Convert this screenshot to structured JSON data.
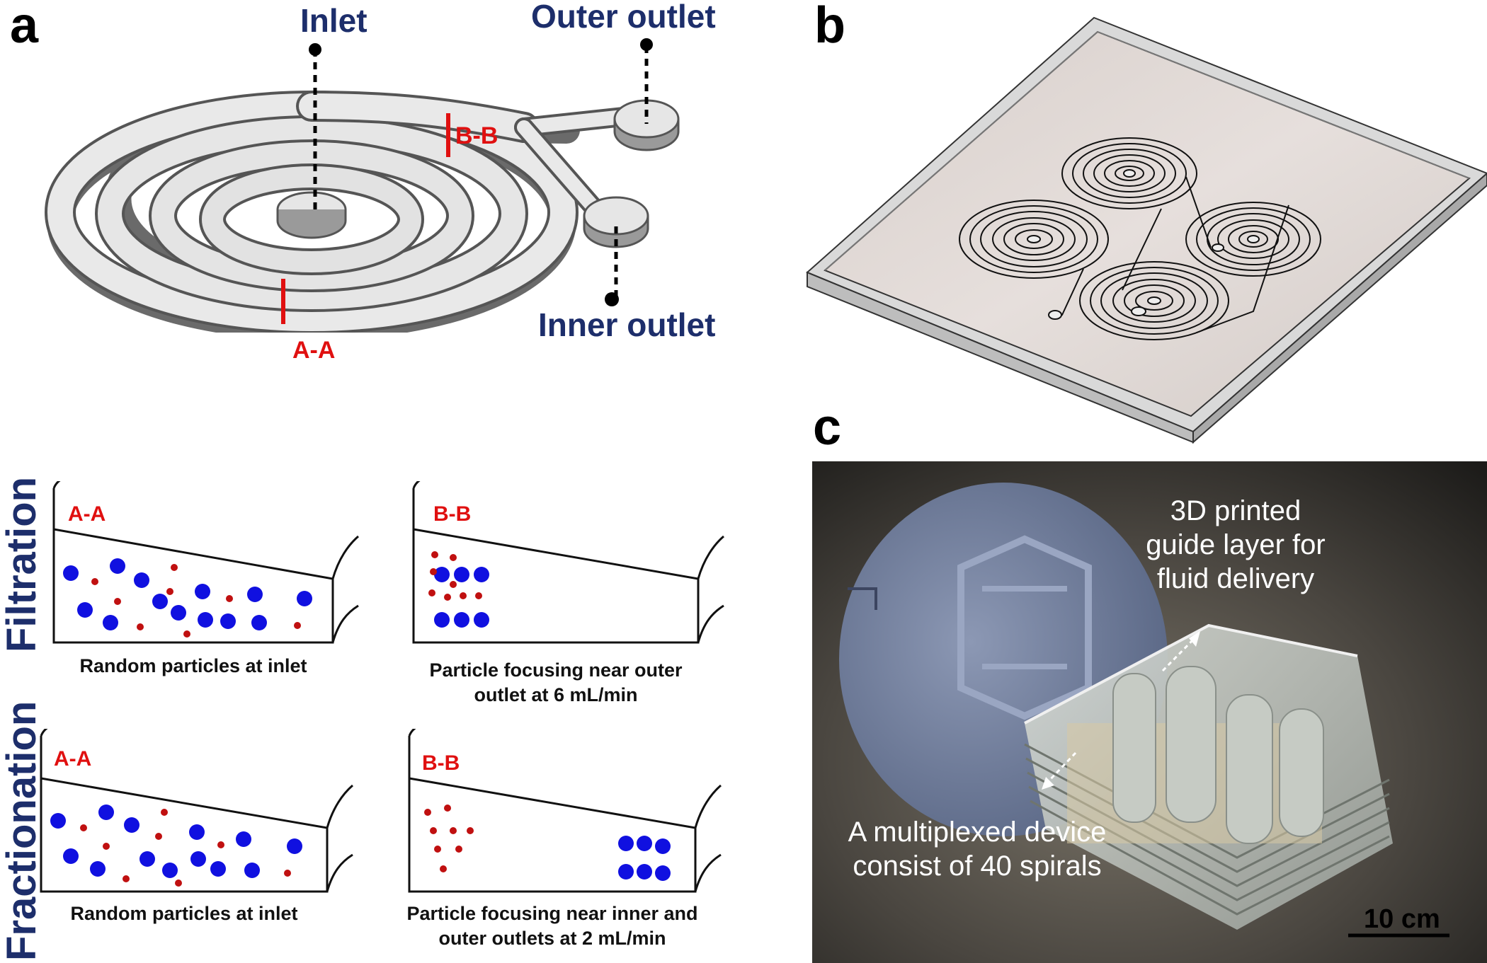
{
  "panels": {
    "a": "a",
    "b": "b",
    "c": "c"
  },
  "panel_a": {
    "inlet": "Inlet",
    "outer_outlet": "Outer outlet",
    "inner_outlet": "Inner outlet",
    "section_aa": "A-A",
    "section_bb": "B-B"
  },
  "filtration": {
    "row_label": "Filtration",
    "left_section": "A-A",
    "right_section": "B-B",
    "left_caption": "Random particles at inlet",
    "right_caption": "Particle focusing near outer outlet at 6 mL/min"
  },
  "fractionation": {
    "row_label": "Fractionation",
    "left_section": "A-A",
    "right_section": "B-B",
    "left_caption": "Random particles at inlet",
    "right_caption": "Particle focusing near inner and outer outlets at 2 mL/min"
  },
  "panel_c": {
    "guide_layer": "3D printed guide layer for fluid delivery",
    "multiplexed": "A multiplexed device consist of 40 spirals",
    "scale_bar": "10 cm"
  },
  "colors": {
    "navy": "#1d2e6b",
    "red": "#e01010",
    "large_particle": "#1010e0",
    "small_particle": "#c01010"
  }
}
